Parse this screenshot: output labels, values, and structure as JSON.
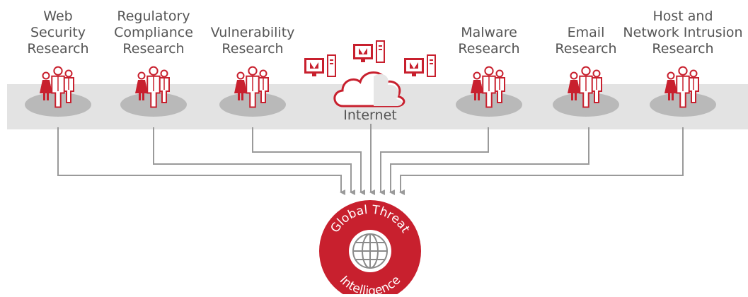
{
  "colors": {
    "brand_red": "#c8202e",
    "band_gray": "#e3e3e3",
    "ellipse_gray": "#b9b9b9",
    "connector_gray": "#9a9a9a"
  },
  "research_groups": [
    {
      "id": "web",
      "lines": [
        "Web",
        "Security",
        "Research"
      ]
    },
    {
      "id": "regulatory",
      "lines": [
        "Regulatory",
        "Compliance",
        "Research"
      ]
    },
    {
      "id": "vulnerability",
      "lines": [
        "Vulnerability",
        "Research"
      ]
    },
    {
      "id": "malware",
      "lines": [
        "Malware",
        "Research"
      ]
    },
    {
      "id": "email",
      "lines": [
        "Email",
        "Research"
      ]
    },
    {
      "id": "network",
      "lines": [
        "Host and",
        "Network Intrusion",
        "Research"
      ]
    }
  ],
  "internet": {
    "label": "Internet"
  },
  "hub": {
    "top_text": "Global Threat",
    "bottom_text": "Intelligence",
    "icon": "globe-icon"
  }
}
